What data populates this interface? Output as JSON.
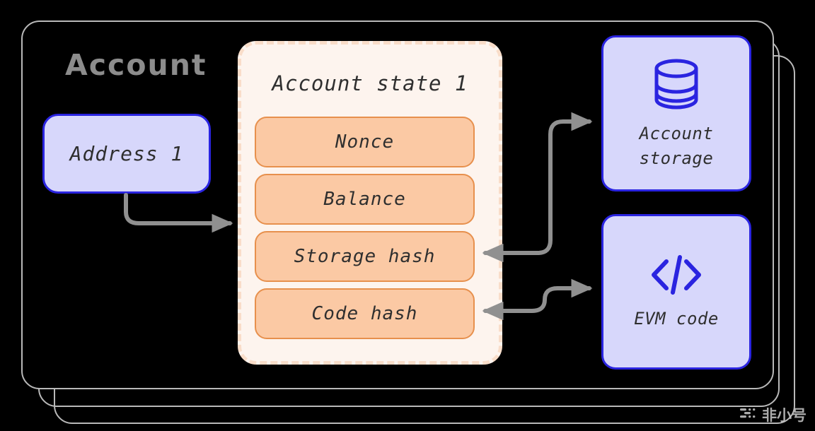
{
  "diagram": {
    "section_title": "Account",
    "address_node": {
      "name": "address-node",
      "label": "Address 1"
    },
    "state_card": {
      "title": "Account state 1",
      "fields": [
        {
          "label": "Nonce"
        },
        {
          "label": "Balance"
        },
        {
          "label": "Storage hash"
        },
        {
          "label": "Code hash"
        }
      ]
    },
    "resources": [
      {
        "label": "Account\nstorage",
        "icon": "database-cylinder-icon"
      },
      {
        "label": "EVM code",
        "icon": "code-brackets-icon"
      }
    ],
    "connectors": [
      {
        "name": "address-to-state-arrow",
        "from": "Address 1",
        "to": "Account state 1",
        "heads": "single"
      },
      {
        "name": "storage-hash-to-account-storage-arrow",
        "from": "Storage hash",
        "to": "Account storage",
        "heads": "double"
      },
      {
        "name": "code-hash-to-evm-code-arrow",
        "from": "Code hash",
        "to": "EVM code",
        "heads": "double"
      }
    ]
  },
  "watermark": {
    "text": "非小号"
  },
  "colors": {
    "background": "#000000",
    "frame_stroke": "#b9b9b9",
    "title_gray": "#8c8c8c",
    "lavender_fill": "#d7d7fb",
    "blue_stroke": "#2a24e0",
    "card_cream": "#fdf4ee",
    "card_dash": "#f9ddc9",
    "peach_fill": "#fbc9a4",
    "peach_stroke": "#e7904d",
    "arrow_gray": "#909090",
    "text_dark": "#2f2f2f"
  }
}
